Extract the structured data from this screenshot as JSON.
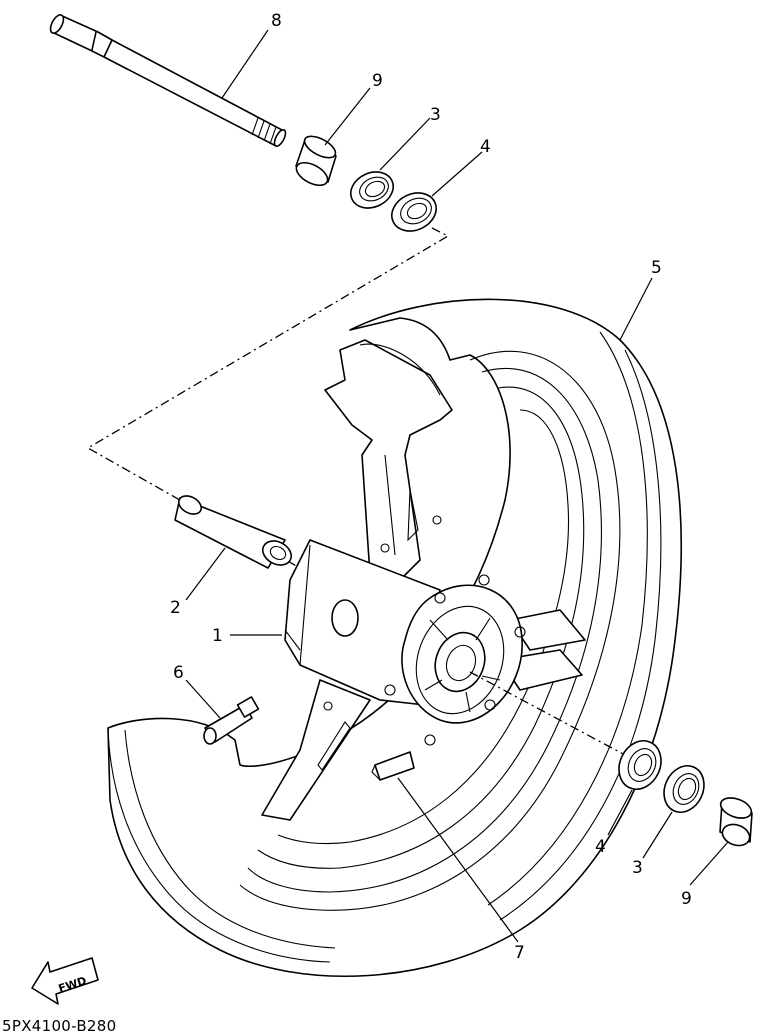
{
  "callouts": {
    "axle": "8",
    "collar_top": "9",
    "seal_top": "3",
    "bearing_top": "4",
    "tire": "5",
    "spacer": "2",
    "hub": "1",
    "valve": "6",
    "weight": "7",
    "bearing_bottom": "4",
    "seal_bottom": "3",
    "collar_bottom": "9"
  },
  "fwd_label": "FWD",
  "diagram_code": "5PX4100-B280"
}
